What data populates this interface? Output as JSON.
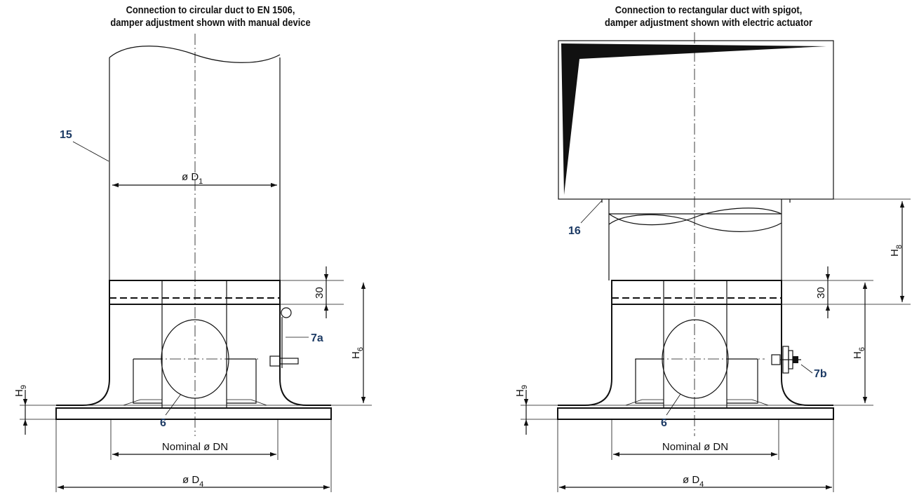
{
  "left": {
    "title_line1": "Connection to circular duct to EN 1506,",
    "title_line2": "damper adjustment shown with manual device",
    "label_15": "15",
    "label_d1": "ø D",
    "label_d1_sub": "1",
    "label_30": "30",
    "label_7a": "7a",
    "label_h6": "H",
    "label_h6_sub": "6",
    "label_h9": "H",
    "label_h9_sub": "9",
    "label_6": "6",
    "label_dn": "Nominal ø DN",
    "label_d4": "ø D",
    "label_d4_sub": "4"
  },
  "right": {
    "title_line1": "Connection to rectangular duct with spigot,",
    "title_line2": "damper adjustment shown with electric actuator",
    "label_16": "16",
    "label_h8": "H",
    "label_h8_sub": "8",
    "label_30": "30",
    "label_7b": "7b",
    "label_h6": "H",
    "label_h6_sub": "6",
    "label_h9": "H",
    "label_h9_sub": "9",
    "label_6": "6",
    "label_dn": "Nominal ø DN",
    "label_d4": "ø D",
    "label_d4_sub": "4"
  }
}
